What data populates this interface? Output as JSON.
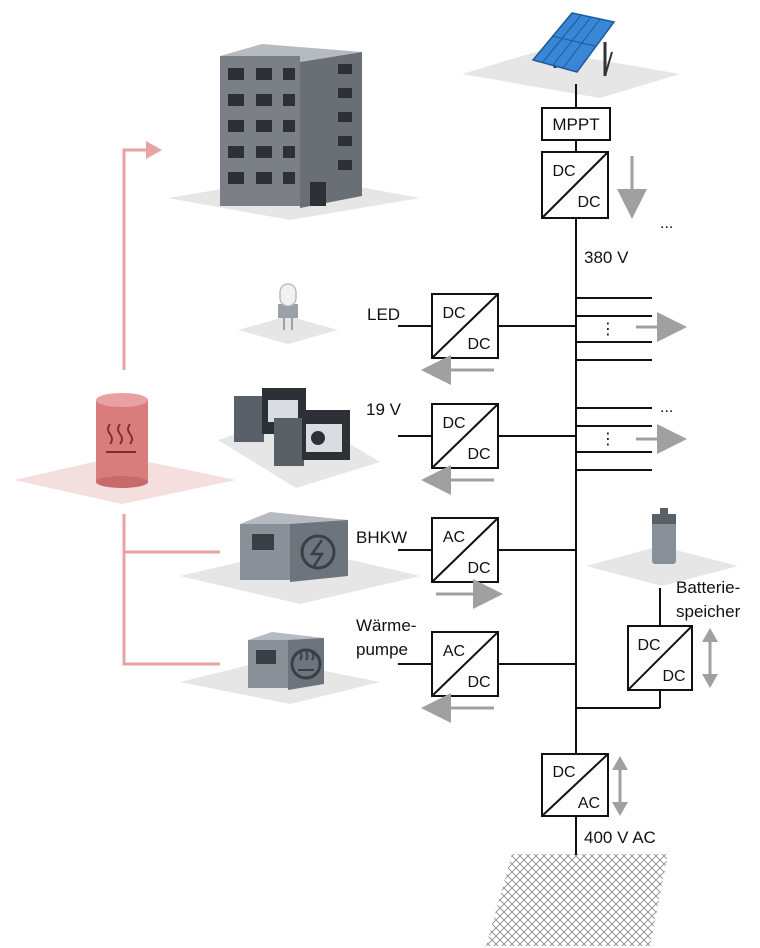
{
  "colors": {
    "line": "#111111",
    "heat": "#e8a3a3",
    "heat_dark": "#c96a6a",
    "flow_arrow": "#a0a0a0",
    "device_body": "#7b8087",
    "device_top": "#9aa0a7",
    "solar_blue": "#3a86d6",
    "ground": "#e6e6e6"
  },
  "labels": {
    "mppt": "MPPT",
    "bus_voltage": "380 V",
    "led": "LED",
    "v19": "19 V",
    "bhkw": "BHKW",
    "waerme_1": "Wärme-",
    "waerme_2": "pumpe",
    "batterie_1": "Batterie-",
    "batterie_2": "speicher",
    "ac_voltage": "400 V AC",
    "dots_top": "...",
    "dots_19v": "...",
    "vdots": "⋮"
  },
  "converters": {
    "solar": {
      "top": "DC",
      "bottom": "DC"
    },
    "led": {
      "top": "DC",
      "bottom": "DC"
    },
    "v19": {
      "top": "DC",
      "bottom": "DC"
    },
    "bhkw": {
      "top": "AC",
      "bottom": "DC"
    },
    "waerme": {
      "top": "AC",
      "bottom": "DC"
    },
    "batterie": {
      "top": "DC",
      "bottom": "DC"
    },
    "grid": {
      "top": "DC",
      "bottom": "AC"
    }
  },
  "icons": {
    "building": "office-building-icon",
    "solar": "solar-panel-icon",
    "led": "led-bulb-icon",
    "computers": "computer-icon",
    "bhkw": "chp-unit-icon",
    "heatpump": "heat-pump-icon",
    "battery": "battery-icon",
    "heat_storage": "heat-storage-tank-icon",
    "grid": "power-grid-icon"
  }
}
